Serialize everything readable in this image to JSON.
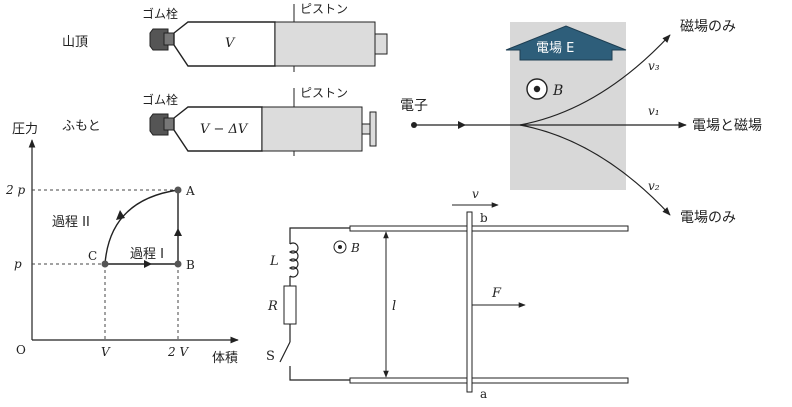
{
  "syringe": {
    "summit_label": "山頂",
    "foot_label": "ふもと",
    "stopper_label": "ゴム栓",
    "piston_label": "ピストン",
    "volume_top": "V",
    "volume_bottom": "V − ΔV"
  },
  "pv_graph": {
    "y_axis_label": "圧力",
    "x_axis_label": "体積",
    "origin": "O",
    "x_tick_v": "V",
    "x_tick_2v": "2 V",
    "y_tick_p": "p",
    "y_tick_2p": "2 p",
    "point_a": "A",
    "point_b": "B",
    "point_c": "C",
    "process_1": "過程 I",
    "process_2": "過程 II"
  },
  "field_diagram": {
    "electron_label": "電子",
    "e_field_label": "電場 E",
    "b_field_label": "B",
    "top_path_label": "磁場のみ",
    "middle_path_label": "電場と磁場",
    "bottom_path_label": "電場のみ",
    "v3": "v₃",
    "v1": "v₁",
    "v2": "v₂"
  },
  "circuit": {
    "velocity": "v",
    "b_label": "B",
    "inductor": "L",
    "resistor": "R",
    "switch": "S",
    "length": "l",
    "force": "F",
    "rod_top": "b",
    "rod_bottom": "a"
  },
  "colors": {
    "field_region": "#d8d8d8",
    "e_arrow": "#2e5e7a"
  }
}
